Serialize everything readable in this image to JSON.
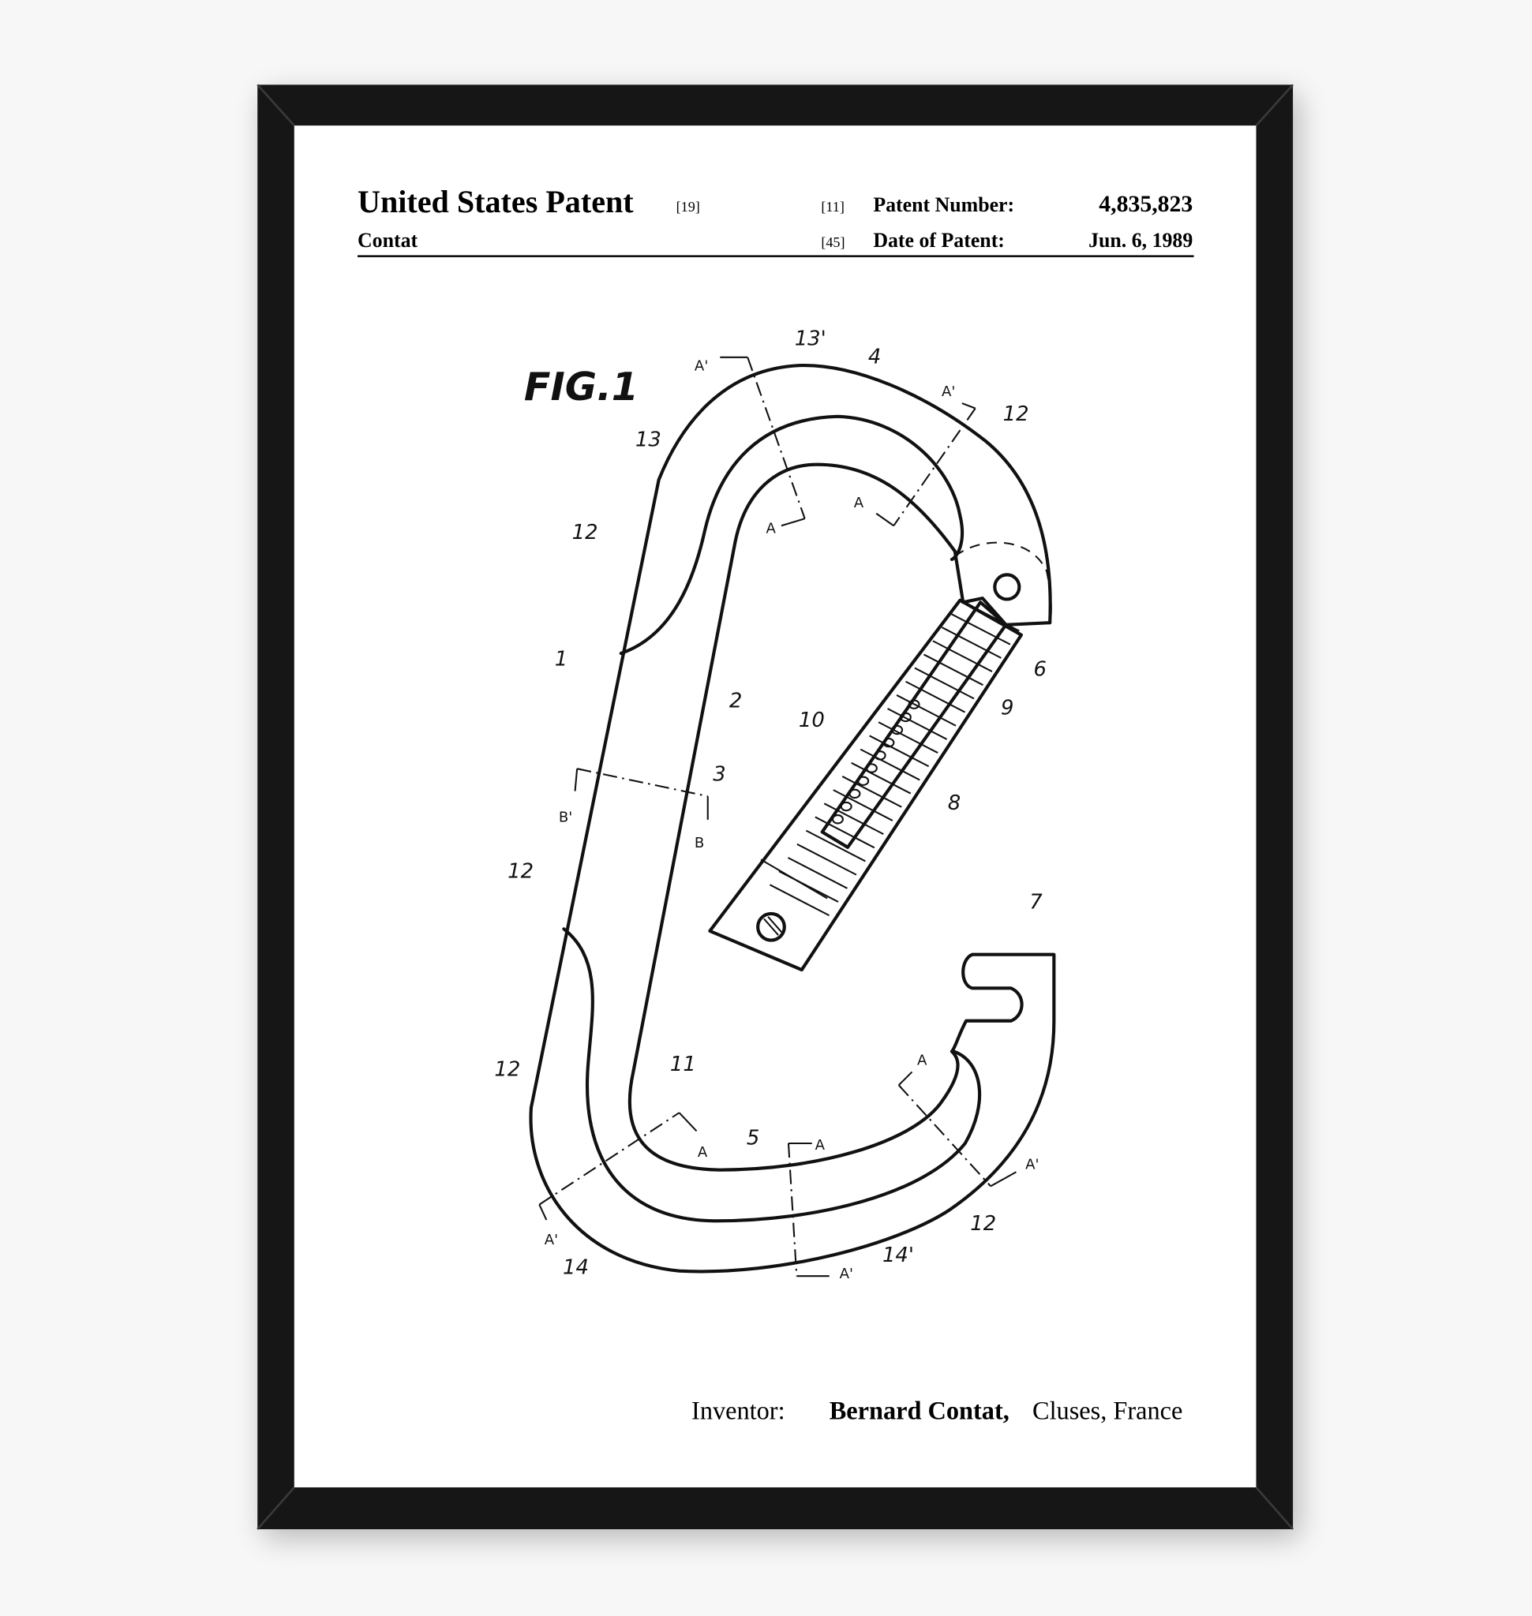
{
  "header": {
    "title": "United States Patent",
    "title_code": "[19]",
    "inventor_surname": "Contat",
    "number_code": "[11]",
    "number_label": "Patent Number:",
    "number_value": "4,835,823",
    "date_code": "[45]",
    "date_label": "Date of Patent:",
    "date_value": "Jun. 6, 1989"
  },
  "figure": {
    "title": "FIG.1",
    "labels": [
      "13'",
      "4",
      "A'",
      "A'",
      "12",
      "13",
      "A",
      "A",
      "12",
      "1",
      "2",
      "6",
      "9",
      "10",
      "3",
      "8",
      "B'",
      "B",
      "7",
      "12",
      "A",
      "11",
      "12",
      "5",
      "A",
      "A",
      "A'",
      "12",
      "A'",
      "14'",
      "14",
      "A'"
    ]
  },
  "footer": {
    "inventor_label": "Inventor:",
    "inventor_name": "Bernard Contat,",
    "inventor_location": "Cluses, France"
  },
  "colors": {
    "frame": "#161616",
    "mat": "#ffffff",
    "ink": "#111111",
    "wall": "#f7f7f7"
  }
}
